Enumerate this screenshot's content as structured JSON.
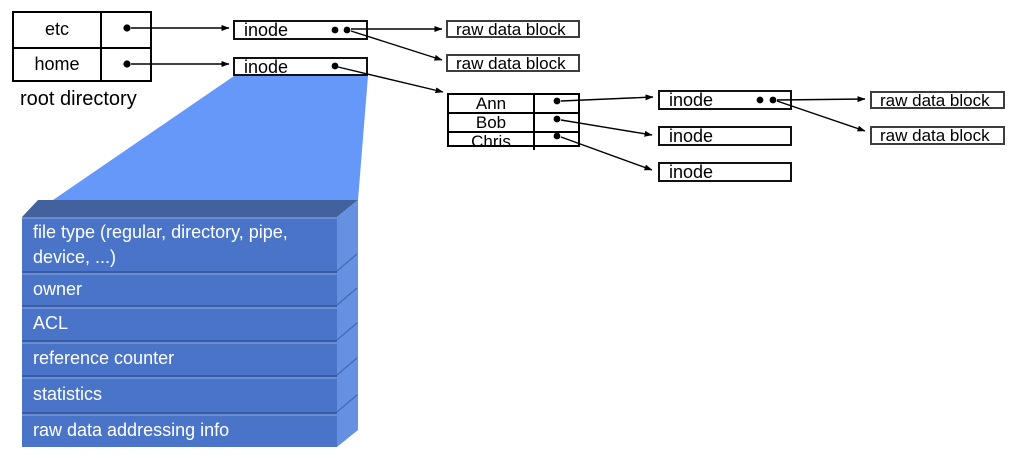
{
  "root_table": {
    "entries": [
      "etc",
      "home"
    ],
    "caption": "root directory"
  },
  "labels": {
    "inode": "inode",
    "raw_data_block": "raw data block"
  },
  "user_table": {
    "entries": [
      "Ann",
      "Bob",
      "Chris"
    ]
  },
  "inode_stack": {
    "fields": [
      "file type (regular, directory, pipe, device, ...)",
      "owner",
      "ACL",
      "reference counter",
      "statistics",
      "raw data addressing info"
    ]
  },
  "colors": {
    "funnel_blue": "#6598f8",
    "stack_front": "#4a74c8",
    "stack_top_bevel": "#42629e",
    "stack_side": "#6690e2",
    "stack_divider": "#3a5ca6",
    "connector": "#000000",
    "box_border": "#000000",
    "text_light": "#ffffff",
    "text_dark": "#000000"
  }
}
